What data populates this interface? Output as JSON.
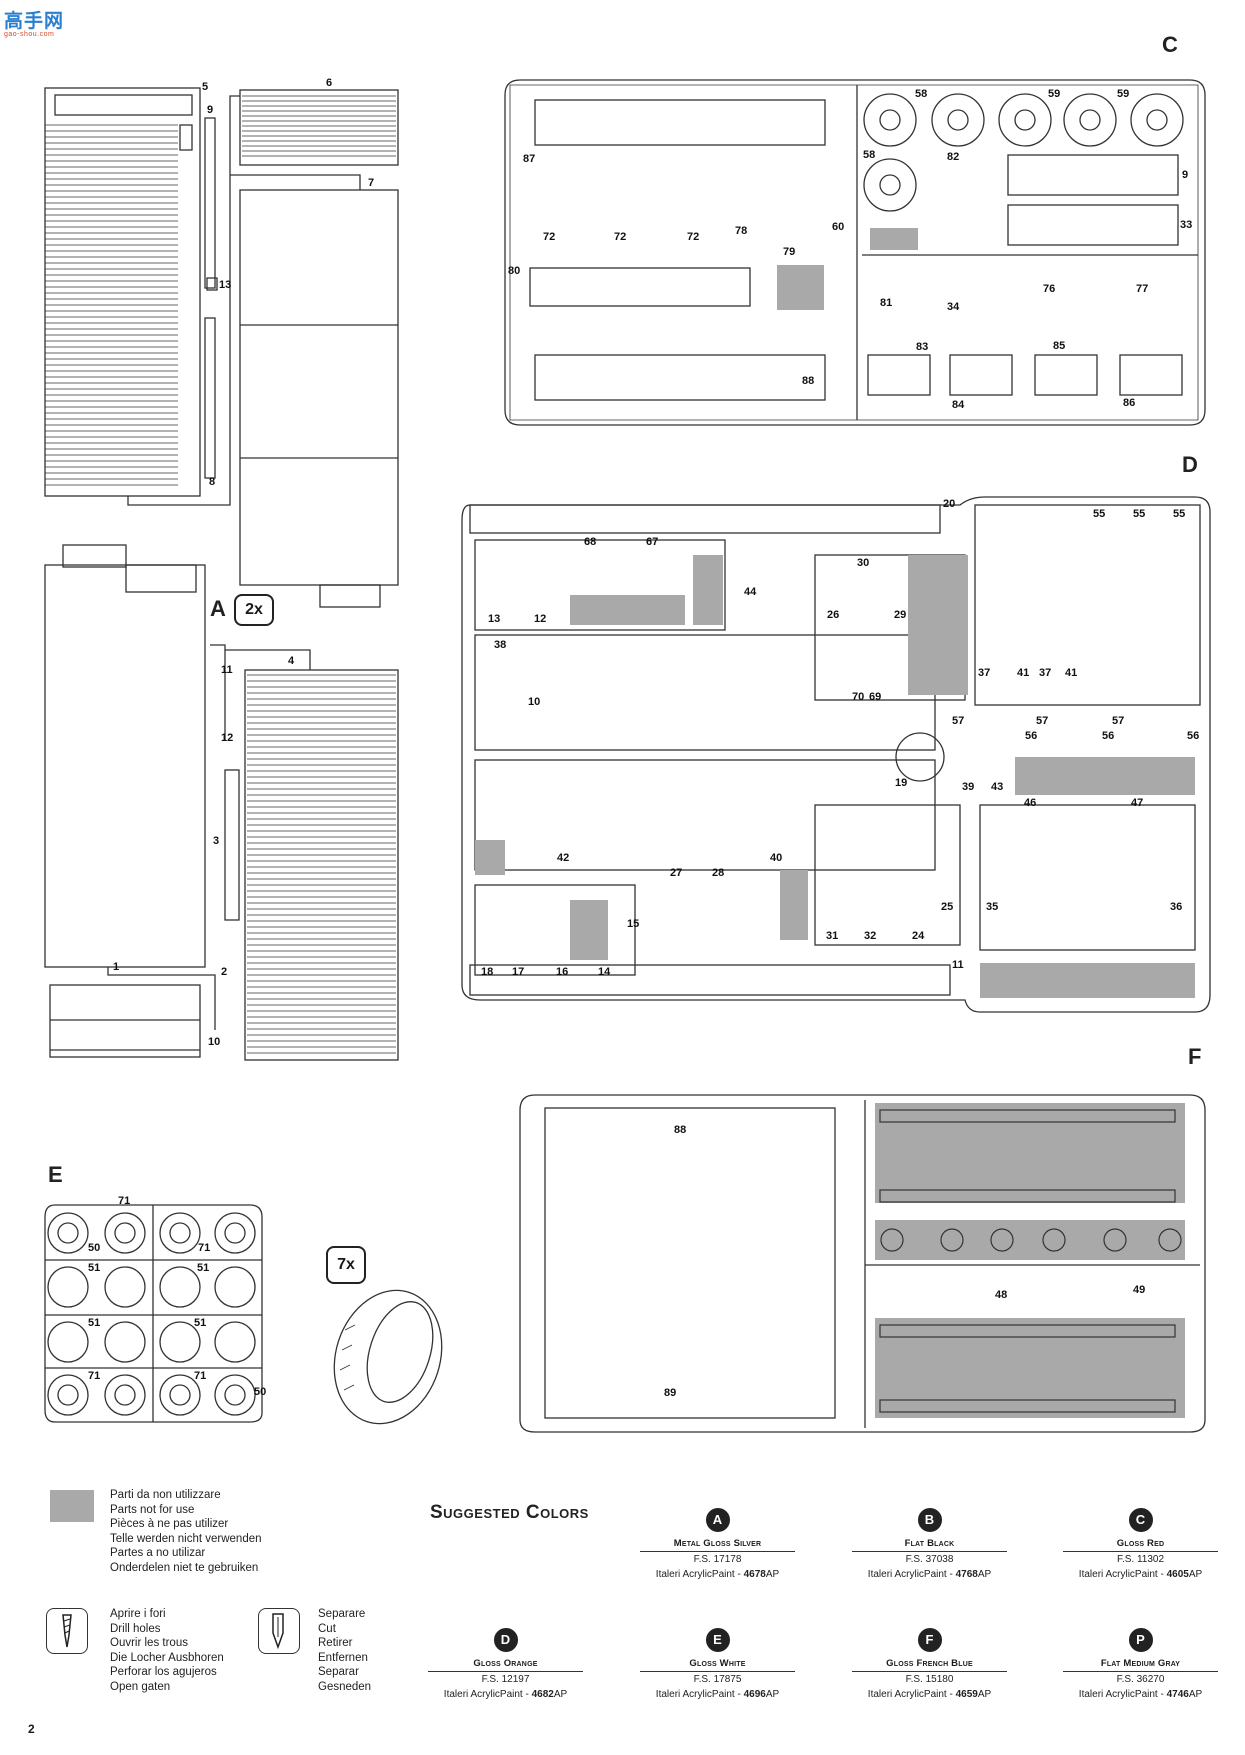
{
  "logo": {
    "brand": "高手网",
    "site": "gao-shou.com"
  },
  "page_number": "2",
  "sprues": {
    "A": {
      "letter": "A",
      "multiplier": "2x",
      "labels": [
        "5",
        "6",
        "9",
        "7",
        "13",
        "8",
        "4",
        "11",
        "12",
        "3",
        "1",
        "2",
        "10"
      ]
    },
    "C": {
      "letter": "C",
      "labels": [
        "58",
        "59",
        "59",
        "58",
        "82",
        "9",
        "33",
        "87",
        "72",
        "72",
        "72",
        "78",
        "79",
        "60",
        "80",
        "81",
        "34",
        "76",
        "77",
        "83",
        "85",
        "84",
        "86",
        "88"
      ]
    },
    "D": {
      "letter": "D",
      "labels": [
        "20",
        "68",
        "67",
        "13",
        "12",
        "44",
        "30",
        "26",
        "29",
        "70",
        "69",
        "55",
        "55",
        "55",
        "38",
        "10",
        "37",
        "41",
        "37",
        "41",
        "57",
        "56",
        "57",
        "56",
        "57",
        "56",
        "19",
        "39",
        "43",
        "42",
        "40",
        "27",
        "28",
        "46",
        "47",
        "35",
        "36",
        "15",
        "25",
        "31",
        "32",
        "24",
        "18",
        "17",
        "16",
        "14",
        "11"
      ]
    },
    "E": {
      "letter": "E",
      "multiplier": "7x",
      "labels": [
        "71",
        "50",
        "71",
        "51",
        "51",
        "51",
        "51",
        "71",
        "71",
        "50"
      ]
    },
    "F": {
      "letter": "F",
      "labels": [
        "88",
        "89",
        "48",
        "49"
      ]
    }
  },
  "legend": {
    "not_for_use": [
      "Parti da non utilizzare",
      "Parts not for use",
      "Pièces à ne pas utilizer",
      "Telle werden nicht verwenden",
      "Partes a no utilizar",
      "Onderdelen niet te gebruiken"
    ],
    "drill": [
      "Aprire i fori",
      "Drill holes",
      "Ouvrir les trous",
      "Die Locher Ausbhoren",
      "Perforar los agujeros",
      "Open gaten"
    ],
    "cut": [
      "Separare",
      "Cut",
      "Retirer",
      "Entfernen",
      "Separar",
      "Gesneden"
    ]
  },
  "suggested_colors": {
    "title": "Suggested Colors",
    "items": [
      {
        "code": "A",
        "name": "Metal Gloss Silver",
        "fs": "F.S. 17178",
        "paint_prefix": "Italeri AcrylicPaint - ",
        "paint_num": "4678",
        "paint_suffix": "AP"
      },
      {
        "code": "B",
        "name": "Flat Black",
        "fs": "F.S. 37038",
        "paint_prefix": "Italeri AcrylicPaint - ",
        "paint_num": "4768",
        "paint_suffix": "AP"
      },
      {
        "code": "C",
        "name": "Gloss Red",
        "fs": "F.S. 11302",
        "paint_prefix": "Italeri AcrylicPaint - ",
        "paint_num": "4605",
        "paint_suffix": "AP"
      },
      {
        "code": "D",
        "name": "Gloss Orange",
        "fs": "F.S. 12197",
        "paint_prefix": "Italeri AcrylicPaint - ",
        "paint_num": "4682",
        "paint_suffix": "AP"
      },
      {
        "code": "E",
        "name": "Gloss White",
        "fs": "F.S. 17875",
        "paint_prefix": "Italeri AcrylicPaint - ",
        "paint_num": "4696",
        "paint_suffix": "AP"
      },
      {
        "code": "F",
        "name": "Gloss French Blue",
        "fs": "F.S. 15180",
        "paint_prefix": "Italeri AcrylicPaint - ",
        "paint_num": "4659",
        "paint_suffix": "AP"
      },
      {
        "code": "P",
        "name": "Flat Medium Gray",
        "fs": "F.S. 36270",
        "paint_prefix": "Italeri AcrylicPaint - ",
        "paint_num": "4746",
        "paint_suffix": "AP"
      }
    ]
  },
  "colors": {
    "ink": "#1a1a1a",
    "not_for_use_gray": "#a9a9a9",
    "logo_blue": "#2a7fd0",
    "logo_red": "#d24a2a"
  }
}
